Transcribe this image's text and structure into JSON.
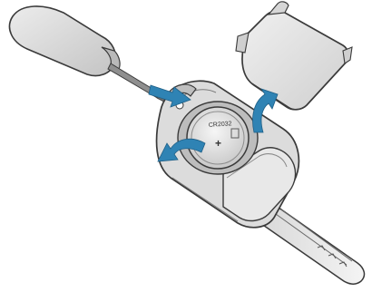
{
  "figure": {
    "battery_model_label": "CR2032",
    "battery_polarity_label": "+",
    "colors": {
      "outline": "#3a3a3a",
      "part_fill": "#e4e4e4",
      "part_shade": "#c9c9c9",
      "dark_part": "#9a9a9a",
      "arrow_fill": "#2f83b4",
      "background": "#ffffff"
    },
    "arrows": [
      {
        "name": "insert-screwdriver-arrow"
      },
      {
        "name": "remove-cover-arrow"
      },
      {
        "name": "remove-battery-arrow"
      }
    ]
  }
}
